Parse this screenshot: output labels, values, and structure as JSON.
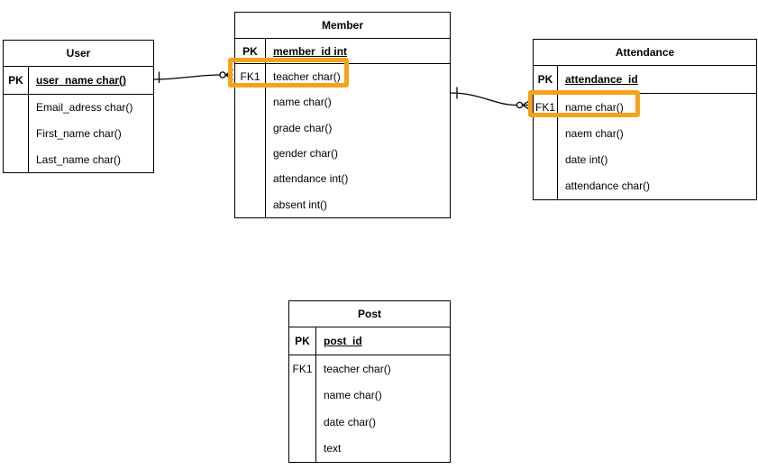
{
  "colors": {
    "highlight": "#F5A21B",
    "line": "#000000",
    "background": "#FFFFFF"
  },
  "diagram": {
    "entities": {
      "user": {
        "title": "User",
        "pk": {
          "key": "PK",
          "label": "user_name char()"
        },
        "rows": [
          {
            "key": "",
            "label": "Email_adress char()"
          },
          {
            "key": "",
            "label": "First_name char()"
          },
          {
            "key": "",
            "label": "Last_name char()"
          }
        ]
      },
      "member": {
        "title": "Member",
        "pk": {
          "key": "PK",
          "label": "member_id int"
        },
        "rows": [
          {
            "key": "FK1",
            "label": "teacher char()"
          },
          {
            "key": "",
            "label": "name char()"
          },
          {
            "key": "",
            "label": "grade char()"
          },
          {
            "key": "",
            "label": "gender char()"
          },
          {
            "key": "",
            "label": "attendance int()"
          },
          {
            "key": "",
            "label": "absent int()"
          }
        ]
      },
      "attendance": {
        "title": "Attendance",
        "pk": {
          "key": "PK",
          "label": "attendance_id"
        },
        "rows": [
          {
            "key": "FK1",
            "label": "name char()"
          },
          {
            "key": "",
            "label": "naem char()"
          },
          {
            "key": "",
            "label": "date int()"
          },
          {
            "key": "",
            "label": "attendance char()"
          }
        ]
      },
      "post": {
        "title": "Post",
        "pk": {
          "key": "PK",
          "label": "post_id"
        },
        "rows": [
          {
            "key": "FK1",
            "label": "teacher char()"
          },
          {
            "key": "",
            "label": "name char()"
          },
          {
            "key": "",
            "label": "date char()"
          },
          {
            "key": "",
            "label": "text"
          }
        ]
      }
    },
    "relationships": [
      {
        "name": "user-member",
        "from": "User.user_name",
        "to": "Member.teacher",
        "from_cardinality": "one",
        "to_cardinality": "zero-or-many"
      },
      {
        "name": "member-attendance",
        "from": "Member",
        "to": "Attendance.name",
        "from_cardinality": "one",
        "to_cardinality": "zero-or-many"
      }
    ],
    "highlights": [
      {
        "entity": "Member",
        "row": "teacher char()"
      },
      {
        "entity": "Attendance",
        "row": "name char()"
      }
    ]
  }
}
